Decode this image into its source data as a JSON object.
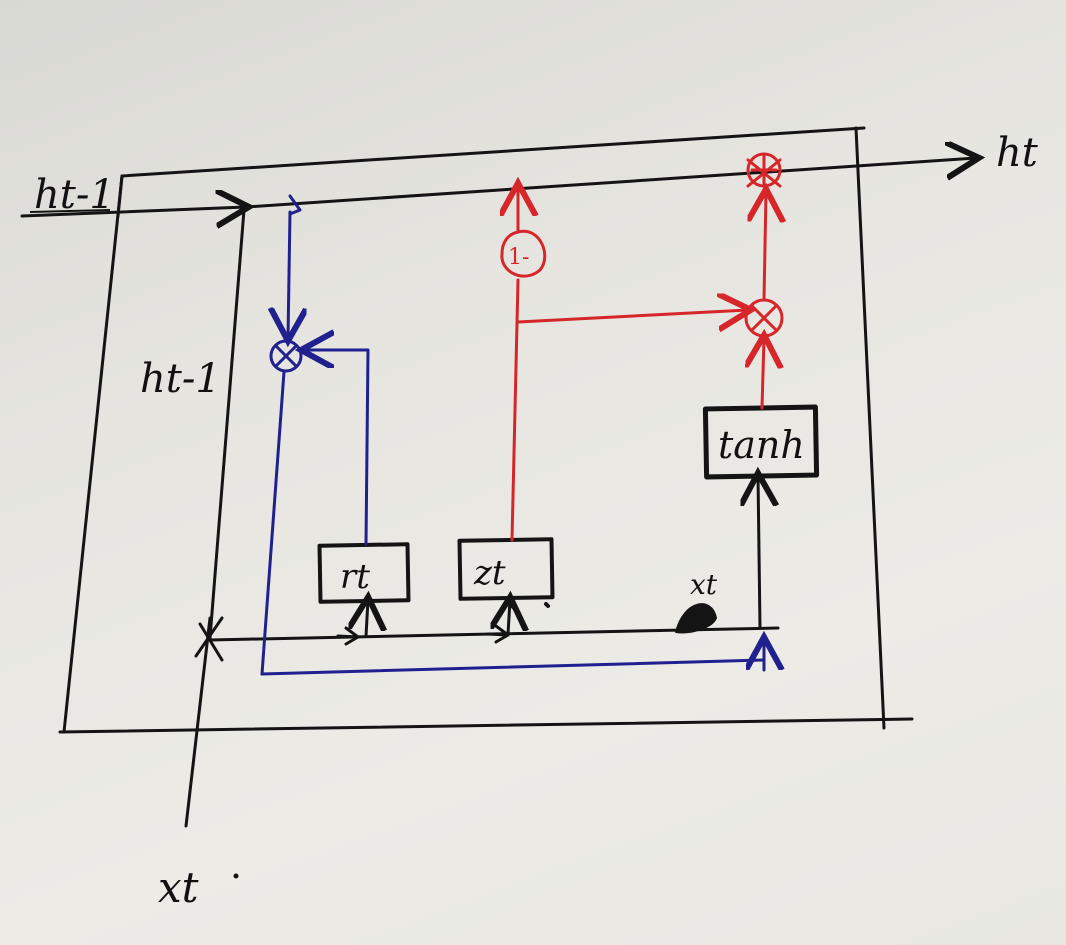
{
  "diagram": {
    "labels": {
      "h_prev_in": "ht-1",
      "h_prev_inner": "ht-1",
      "h_out": "ht",
      "x_in": "xt",
      "x_inner": "xt",
      "reset_gate": "rt",
      "update_gate": "zt",
      "candidate": "tanh",
      "one_minus": "1-",
      "multiply_reset": "×",
      "multiply_update": "×",
      "add_output": "+"
    },
    "colors": {
      "outline": "#141414",
      "reset_path": "#20208f",
      "update_path": "#d6262a"
    }
  }
}
